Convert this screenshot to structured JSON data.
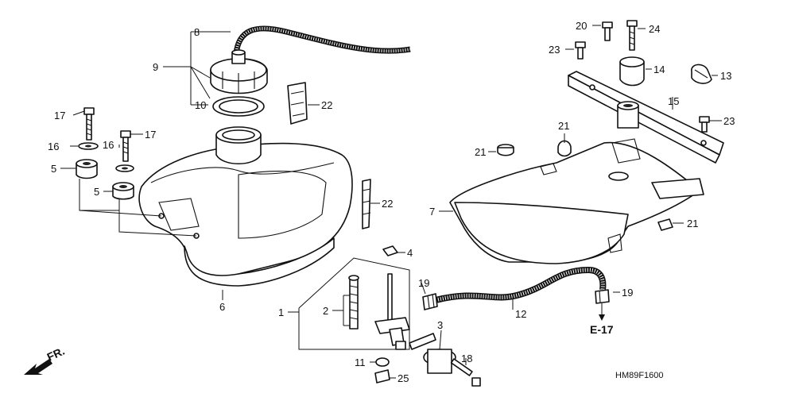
{
  "labels": {
    "l1": "1",
    "l2": "2",
    "l3": "3",
    "l4": "4",
    "l5a": "5",
    "l5b": "5",
    "l6": "6",
    "l7": "7",
    "l8": "8",
    "l9": "9",
    "l10": "10",
    "l11": "11",
    "l12": "12",
    "l13": "13",
    "l14": "14",
    "l15": "15",
    "l16a": "16",
    "l16b": "16",
    "l17a": "17",
    "l17b": "17",
    "l18": "18",
    "l19a": "19",
    "l19b": "19",
    "l20": "20",
    "l21a": "21",
    "l21b": "21",
    "l21c": "21",
    "l22a": "22",
    "l22b": "22",
    "l23a": "23",
    "l23b": "23",
    "l24": "24",
    "l25": "25"
  },
  "ref": "E-17",
  "front": "FR.",
  "diagram_code": "HM89F1600"
}
